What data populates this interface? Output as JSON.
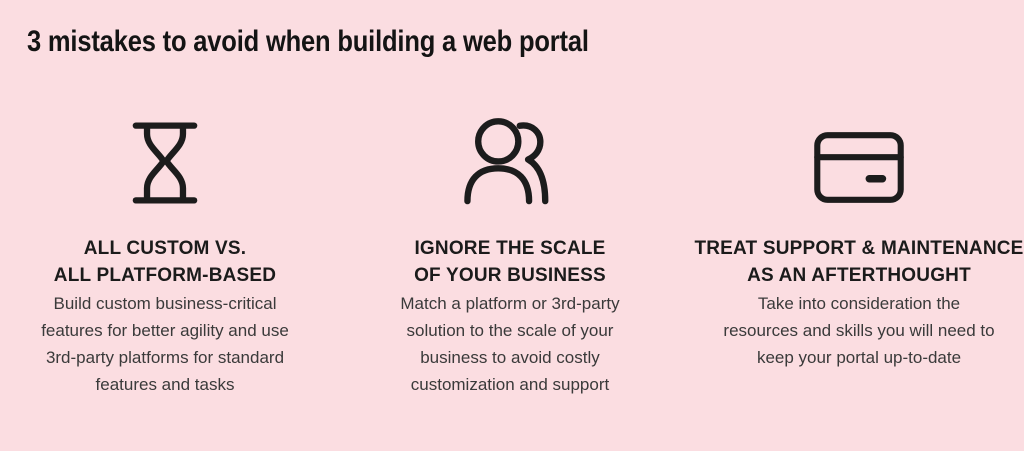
{
  "page": {
    "title": "3 mistakes to avoid when building a web portal",
    "background_color": "#fbdde1",
    "icon_color": "#1c1c1c",
    "heading_color": "#1b1b1b",
    "body_color": "#3a3a3a"
  },
  "columns": [
    {
      "icon": "hourglass-icon",
      "heading_lines": [
        "ALL CUSTOM VS.",
        "ALL PLATFORM-BASED"
      ],
      "body_lines": [
        "Build custom business-critical",
        "features for better agility and use",
        "3rd-party platforms for standard",
        "features and tasks"
      ]
    },
    {
      "icon": "people-icon",
      "heading_lines": [
        "IGNORE THE SCALE",
        "OF YOUR BUSINESS"
      ],
      "body_lines": [
        "Match a platform or 3rd-party",
        "solution to the scale of your",
        "business to avoid costly",
        "customization and support"
      ]
    },
    {
      "icon": "credit-card-icon",
      "heading_lines": [
        "TREAT SUPPORT & MAINTENANCE",
        "AS AN AFTERTHOUGHT"
      ],
      "body_lines": [
        "Take into consideration the",
        "resources and skills you will need to",
        "keep your portal up-to-date"
      ]
    }
  ]
}
